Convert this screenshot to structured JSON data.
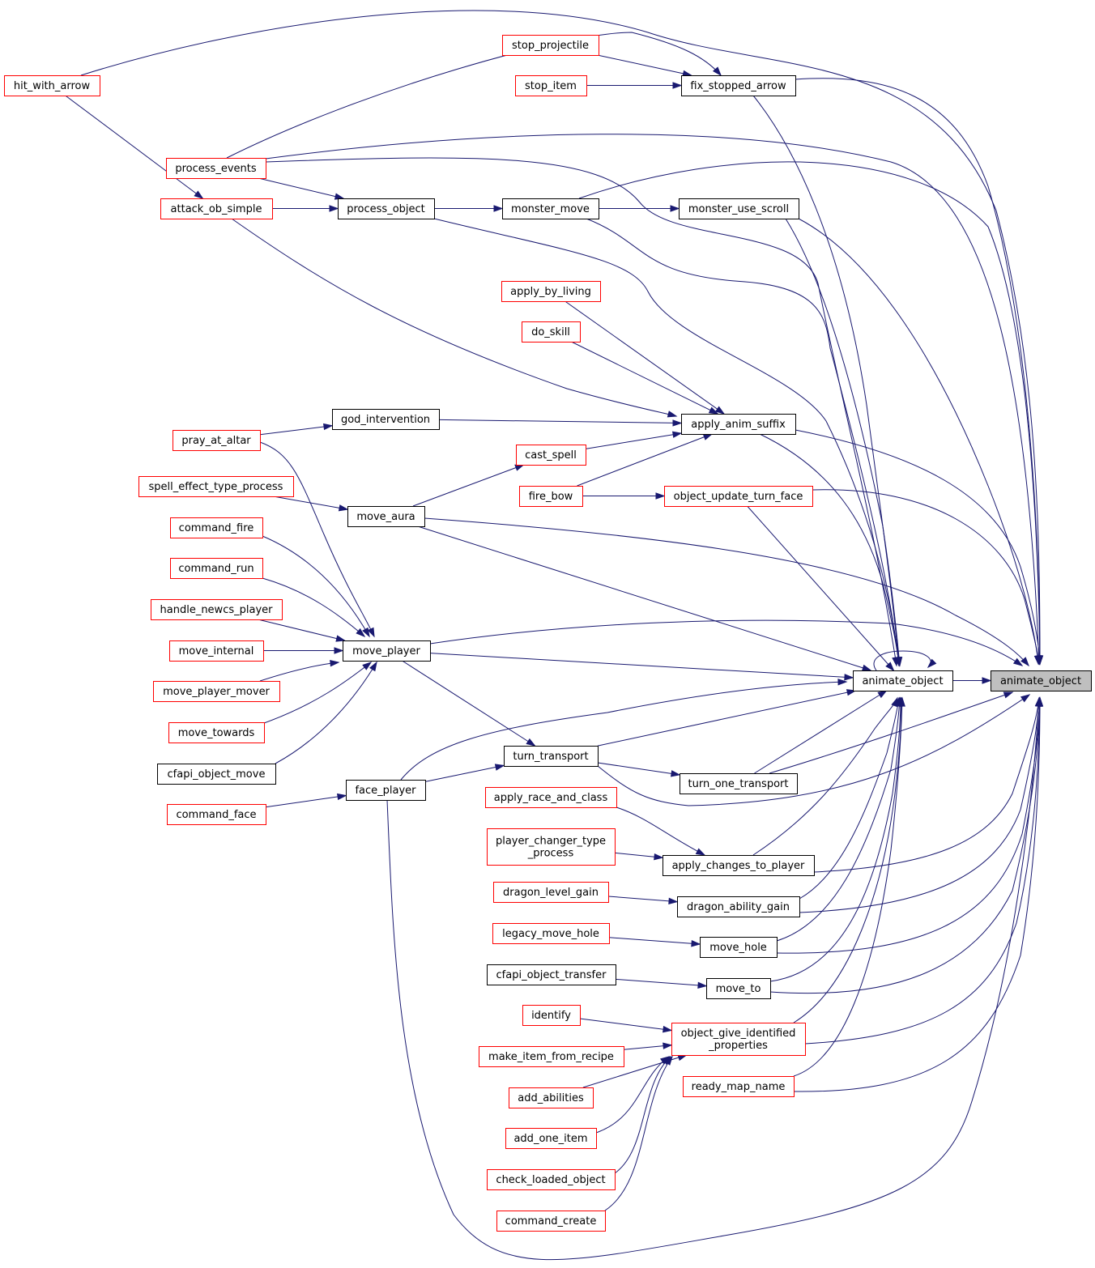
{
  "graph": {
    "title": "",
    "colors": {
      "edge": "#191970",
      "link_border": "#ff0000",
      "plain_border": "#000000",
      "focus_fill": "#bfbfbf",
      "node_fill": "#ffffff"
    },
    "nodes": [
      {
        "id": "animate_object_focus",
        "lines": [
          "animate_object"
        ],
        "style": "focus"
      },
      {
        "id": "animate_object_caller",
        "lines": [
          "animate_object"
        ],
        "style": "plain"
      },
      {
        "id": "fix_stopped_arrow",
        "lines": [
          "fix_stopped_arrow"
        ],
        "style": "plain"
      },
      {
        "id": "stop_projectile",
        "lines": [
          "stop_projectile"
        ],
        "style": "link"
      },
      {
        "id": "stop_item",
        "lines": [
          "stop_item"
        ],
        "style": "link"
      },
      {
        "id": "hit_with_arrow",
        "lines": [
          "hit_with_arrow"
        ],
        "style": "link"
      },
      {
        "id": "process_events",
        "lines": [
          "process_events"
        ],
        "style": "link"
      },
      {
        "id": "attack_ob_simple",
        "lines": [
          "attack_ob_simple"
        ],
        "style": "link"
      },
      {
        "id": "process_object",
        "lines": [
          "process_object"
        ],
        "style": "plain"
      },
      {
        "id": "monster_move",
        "lines": [
          "monster_move"
        ],
        "style": "plain"
      },
      {
        "id": "monster_use_scroll",
        "lines": [
          "monster_use_scroll"
        ],
        "style": "plain"
      },
      {
        "id": "apply_by_living",
        "lines": [
          "apply_by_living"
        ],
        "style": "link"
      },
      {
        "id": "do_skill",
        "lines": [
          "do_skill"
        ],
        "style": "link"
      },
      {
        "id": "god_intervention",
        "lines": [
          "god_intervention"
        ],
        "style": "plain"
      },
      {
        "id": "apply_anim_suffix",
        "lines": [
          "apply_anim_suffix"
        ],
        "style": "plain"
      },
      {
        "id": "pray_at_altar",
        "lines": [
          "pray_at_altar"
        ],
        "style": "link"
      },
      {
        "id": "cast_spell",
        "lines": [
          "cast_spell"
        ],
        "style": "link"
      },
      {
        "id": "spell_effect_type_process",
        "lines": [
          "spell_effect_type_process"
        ],
        "style": "link"
      },
      {
        "id": "fire_bow",
        "lines": [
          "fire_bow"
        ],
        "style": "link"
      },
      {
        "id": "object_update_turn_face",
        "lines": [
          "object_update_turn_face"
        ],
        "style": "link"
      },
      {
        "id": "move_aura",
        "lines": [
          "move_aura"
        ],
        "style": "plain"
      },
      {
        "id": "command_fire",
        "lines": [
          "command_fire"
        ],
        "style": "link"
      },
      {
        "id": "command_run",
        "lines": [
          "command_run"
        ],
        "style": "link"
      },
      {
        "id": "handle_newcs_player",
        "lines": [
          "handle_newcs_player"
        ],
        "style": "link"
      },
      {
        "id": "move_internal",
        "lines": [
          "move_internal"
        ],
        "style": "link"
      },
      {
        "id": "move_player",
        "lines": [
          "move_player"
        ],
        "style": "plain"
      },
      {
        "id": "move_player_mover",
        "lines": [
          "move_player_mover"
        ],
        "style": "link"
      },
      {
        "id": "move_towards",
        "lines": [
          "move_towards"
        ],
        "style": "link"
      },
      {
        "id": "cfapi_object_move",
        "lines": [
          "cfapi_object_move"
        ],
        "style": "plain"
      },
      {
        "id": "turn_transport",
        "lines": [
          "turn_transport"
        ],
        "style": "plain"
      },
      {
        "id": "turn_one_transport",
        "lines": [
          "turn_one_transport"
        ],
        "style": "plain"
      },
      {
        "id": "face_player",
        "lines": [
          "face_player"
        ],
        "style": "plain"
      },
      {
        "id": "command_face",
        "lines": [
          "command_face"
        ],
        "style": "link"
      },
      {
        "id": "apply_race_and_class",
        "lines": [
          "apply_race_and_class"
        ],
        "style": "link"
      },
      {
        "id": "player_changer_type_process",
        "lines": [
          "player_changer_type",
          "_process"
        ],
        "style": "link"
      },
      {
        "id": "apply_changes_to_player",
        "lines": [
          "apply_changes_to_player"
        ],
        "style": "plain"
      },
      {
        "id": "dragon_level_gain",
        "lines": [
          "dragon_level_gain"
        ],
        "style": "link"
      },
      {
        "id": "dragon_ability_gain",
        "lines": [
          "dragon_ability_gain"
        ],
        "style": "plain"
      },
      {
        "id": "legacy_move_hole",
        "lines": [
          "legacy_move_hole"
        ],
        "style": "link"
      },
      {
        "id": "move_hole",
        "lines": [
          "move_hole"
        ],
        "style": "plain"
      },
      {
        "id": "cfapi_object_transfer",
        "lines": [
          "cfapi_object_transfer"
        ],
        "style": "plain"
      },
      {
        "id": "move_to",
        "lines": [
          "move_to"
        ],
        "style": "plain"
      },
      {
        "id": "identify",
        "lines": [
          "identify"
        ],
        "style": "link"
      },
      {
        "id": "object_give_identified_properties",
        "lines": [
          "object_give_identified",
          "_properties"
        ],
        "style": "link"
      },
      {
        "id": "make_item_from_recipe",
        "lines": [
          "make_item_from_recipe"
        ],
        "style": "link"
      },
      {
        "id": "ready_map_name",
        "lines": [
          "ready_map_name"
        ],
        "style": "link"
      },
      {
        "id": "add_abilities",
        "lines": [
          "add_abilities"
        ],
        "style": "link"
      },
      {
        "id": "add_one_item",
        "lines": [
          "add_one_item"
        ],
        "style": "link"
      },
      {
        "id": "check_loaded_object",
        "lines": [
          "check_loaded_object"
        ],
        "style": "link"
      },
      {
        "id": "command_create",
        "lines": [
          "command_create"
        ],
        "style": "link"
      }
    ],
    "edges": [
      [
        "animate_object_caller",
        "animate_object_focus"
      ],
      [
        "animate_object_caller",
        "animate_object_caller"
      ],
      [
        "fix_stopped_arrow",
        "animate_object_focus"
      ],
      [
        "fix_stopped_arrow",
        "animate_object_caller"
      ],
      [
        "stop_projectile",
        "fix_stopped_arrow"
      ],
      [
        "stop_item",
        "fix_stopped_arrow"
      ],
      [
        "hit_with_arrow",
        "animate_object_focus"
      ],
      [
        "hit_with_arrow",
        "attack_ob_simple"
      ],
      [
        "process_events",
        "fix_stopped_arrow"
      ],
      [
        "process_events",
        "animate_object_focus"
      ],
      [
        "process_events",
        "animate_object_caller"
      ],
      [
        "process_events",
        "process_object"
      ],
      [
        "attack_ob_simple",
        "process_object"
      ],
      [
        "attack_ob_simple",
        "apply_anim_suffix"
      ],
      [
        "process_object",
        "monster_move"
      ],
      [
        "process_object",
        "animate_object_caller"
      ],
      [
        "monster_move",
        "animate_object_focus"
      ],
      [
        "monster_move",
        "animate_object_caller"
      ],
      [
        "monster_move",
        "monster_use_scroll"
      ],
      [
        "monster_use_scroll",
        "animate_object_focus"
      ],
      [
        "monster_use_scroll",
        "animate_object_caller"
      ],
      [
        "apply_by_living",
        "apply_anim_suffix"
      ],
      [
        "do_skill",
        "apply_anim_suffix"
      ],
      [
        "god_intervention",
        "apply_anim_suffix"
      ],
      [
        "pray_at_altar",
        "god_intervention"
      ],
      [
        "pray_at_altar",
        "move_player"
      ],
      [
        "apply_anim_suffix",
        "animate_object_focus"
      ],
      [
        "apply_anim_suffix",
        "animate_object_caller"
      ],
      [
        "cast_spell",
        "apply_anim_suffix"
      ],
      [
        "move_aura",
        "cast_spell"
      ],
      [
        "fire_bow",
        "apply_anim_suffix"
      ],
      [
        "fire_bow",
        "object_update_turn_face"
      ],
      [
        "object_update_turn_face",
        "animate_object_focus"
      ],
      [
        "object_update_turn_face",
        "animate_object_caller"
      ],
      [
        "spell_effect_type_process",
        "move_aura"
      ],
      [
        "move_aura",
        "animate_object_focus"
      ],
      [
        "move_aura",
        "animate_object_caller"
      ],
      [
        "command_fire",
        "move_player"
      ],
      [
        "command_run",
        "move_player"
      ],
      [
        "handle_newcs_player",
        "move_player"
      ],
      [
        "move_internal",
        "move_player"
      ],
      [
        "move_player_mover",
        "move_player"
      ],
      [
        "move_towards",
        "move_player"
      ],
      [
        "cfapi_object_move",
        "move_player"
      ],
      [
        "move_player",
        "animate_object_focus"
      ],
      [
        "move_player",
        "animate_object_caller"
      ],
      [
        "move_player",
        "turn_transport"
      ],
      [
        "turn_transport",
        "animate_object_focus"
      ],
      [
        "turn_transport",
        "animate_object_caller"
      ],
      [
        "turn_transport",
        "turn_one_transport"
      ],
      [
        "turn_one_transport",
        "animate_object_focus"
      ],
      [
        "turn_one_transport",
        "animate_object_caller"
      ],
      [
        "face_player",
        "turn_transport"
      ],
      [
        "face_player",
        "animate_object_caller"
      ],
      [
        "face_player",
        "animate_object_focus"
      ],
      [
        "command_face",
        "face_player"
      ],
      [
        "apply_race_and_class",
        "apply_changes_to_player"
      ],
      [
        "player_changer_type_process",
        "apply_changes_to_player"
      ],
      [
        "apply_changes_to_player",
        "animate_object_focus"
      ],
      [
        "apply_changes_to_player",
        "animate_object_caller"
      ],
      [
        "dragon_level_gain",
        "dragon_ability_gain"
      ],
      [
        "dragon_ability_gain",
        "animate_object_focus"
      ],
      [
        "dragon_ability_gain",
        "animate_object_caller"
      ],
      [
        "legacy_move_hole",
        "move_hole"
      ],
      [
        "move_hole",
        "animate_object_focus"
      ],
      [
        "move_hole",
        "animate_object_caller"
      ],
      [
        "cfapi_object_transfer",
        "move_to"
      ],
      [
        "move_to",
        "animate_object_focus"
      ],
      [
        "move_to",
        "animate_object_caller"
      ],
      [
        "identify",
        "object_give_identified_properties"
      ],
      [
        "make_item_from_recipe",
        "object_give_identified_properties"
      ],
      [
        "add_abilities",
        "object_give_identified_properties"
      ],
      [
        "add_one_item",
        "object_give_identified_properties"
      ],
      [
        "check_loaded_object",
        "object_give_identified_properties"
      ],
      [
        "command_create",
        "object_give_identified_properties"
      ],
      [
        "object_give_identified_properties",
        "animate_object_focus"
      ],
      [
        "object_give_identified_properties",
        "animate_object_caller"
      ],
      [
        "ready_map_name",
        "animate_object_focus"
      ],
      [
        "ready_map_name",
        "animate_object_caller"
      ]
    ]
  }
}
